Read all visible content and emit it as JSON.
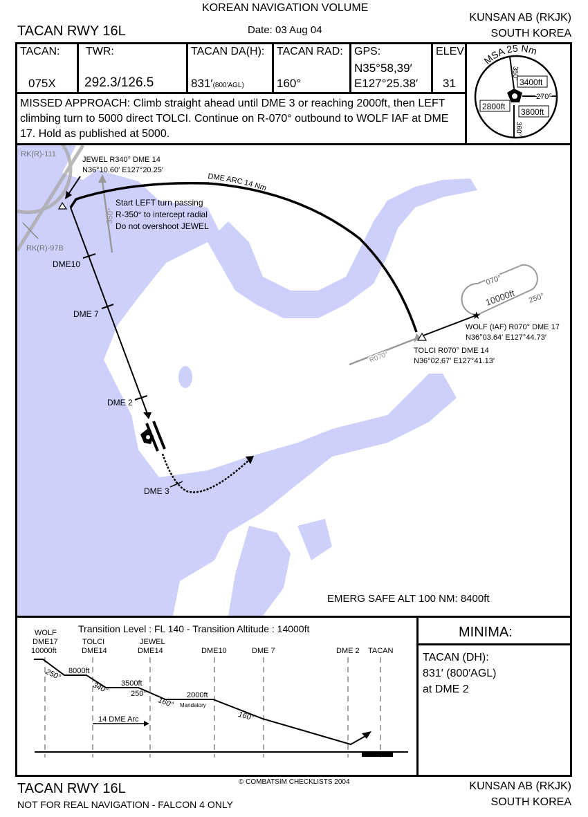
{
  "header": {
    "volume": "KOREAN NAVIGATION VOLUME",
    "title": "TACAN RWY 16L",
    "date": "Date: 03 Aug 04",
    "airport": "KUNSAN AB (RKJK)",
    "country": "SOUTH KOREA"
  },
  "info": [
    {
      "label": "TACAN:",
      "value": "075X"
    },
    {
      "label": "TWR:",
      "value": "292.3/126.5"
    },
    {
      "label": "TACAN DA(H):",
      "value": "831′",
      "sub": "(800′AGL)"
    },
    {
      "label": "TACAN RAD:",
      "value": "160°"
    },
    {
      "label": "GPS:",
      "value": "N35°58,39′",
      "value2": "E127°25.38′"
    },
    {
      "label": "ELEV:",
      "value": "31"
    }
  ],
  "missed_approach": "MISSED APPROACH: Climb straight ahead until DME 3 or reaching 2000ft, then LEFT climbing turn to 5000 direct TOLCI. Continue on R-070° outbound to WOLF IAF at DME 17. Hold as published at 5000.",
  "msa": {
    "title": "MSA 25 Nm",
    "r350": "350°",
    "r270": "270°",
    "r360": "360°",
    "alt_ne": "3400ft",
    "alt_w": "2800ft",
    "alt_se": "3800ft"
  },
  "map": {
    "rk111": "RK(R)-111",
    "rk97b": "RK(R)-97B",
    "jewel1": "JEWEL R340° DME 14",
    "jewel2": "N36°10.60′ E127°20.25′",
    "arc": "DME ARC 14 Nm",
    "note1": "Start LEFT turn passing",
    "note2": "R-350° to intercept radial",
    "note3": "Do not overshoot JEWEL",
    "r350": "350°",
    "dme10": "DME10",
    "dme7": "DME 7",
    "dme2": "DME 2",
    "dme3": "DME 3",
    "hold_in": "070°",
    "hold_alt": "10000ft",
    "hold_out": "250°",
    "wolf1": "WOLF (IAF) R070° DME 17",
    "wolf2": "N36°03.64′ E127°44.73′",
    "tolci1": "TOLCI R070° DME 14",
    "tolci2": "N36°02.67′ E127°41.13′",
    "r070": "R070°",
    "emerg": "EMERG SAFE ALT 100 NM: 8400ft",
    "water_color": "#cdd0fa"
  },
  "profile": {
    "transition": "Transition Level : FL 140  -  Transition Altitude : 14000ft",
    "wolf": "WOLF",
    "wolf_dme": "DME17",
    "wolf_alt": "10000ft",
    "tolci": "TOLCI",
    "tolci_dme": "DME14",
    "jewel": "JEWEL",
    "jewel_dme": "DME14",
    "dme10": "DME10",
    "dme7": "DME 7",
    "dme2": "DME 2",
    "tacan": "TACAN",
    "a8000": "8000ft",
    "a3500": "3500ft",
    "a2000": "2000ft",
    "mandatory": "Mandatory",
    "c250a": "250°",
    "c340": "340°",
    "c250b": "250°",
    "c160a": "160°",
    "c160b": "160°",
    "arc": "14 DME Arc"
  },
  "minima": {
    "title": "MINIMA:",
    "line1": "TACAN (DH):",
    "line2": "831′ (800′AGL)",
    "line3": "at DME 2"
  },
  "footer": {
    "title": "TACAN RWY 16L",
    "copyright": "© COMBATSIM CHECKLISTS 2004",
    "disclaimer": "NOT FOR REAL NAVIGATION - FALCON 4 ONLY",
    "airport": "KUNSAN AB (RKJK)",
    "country": "SOUTH KOREA"
  }
}
